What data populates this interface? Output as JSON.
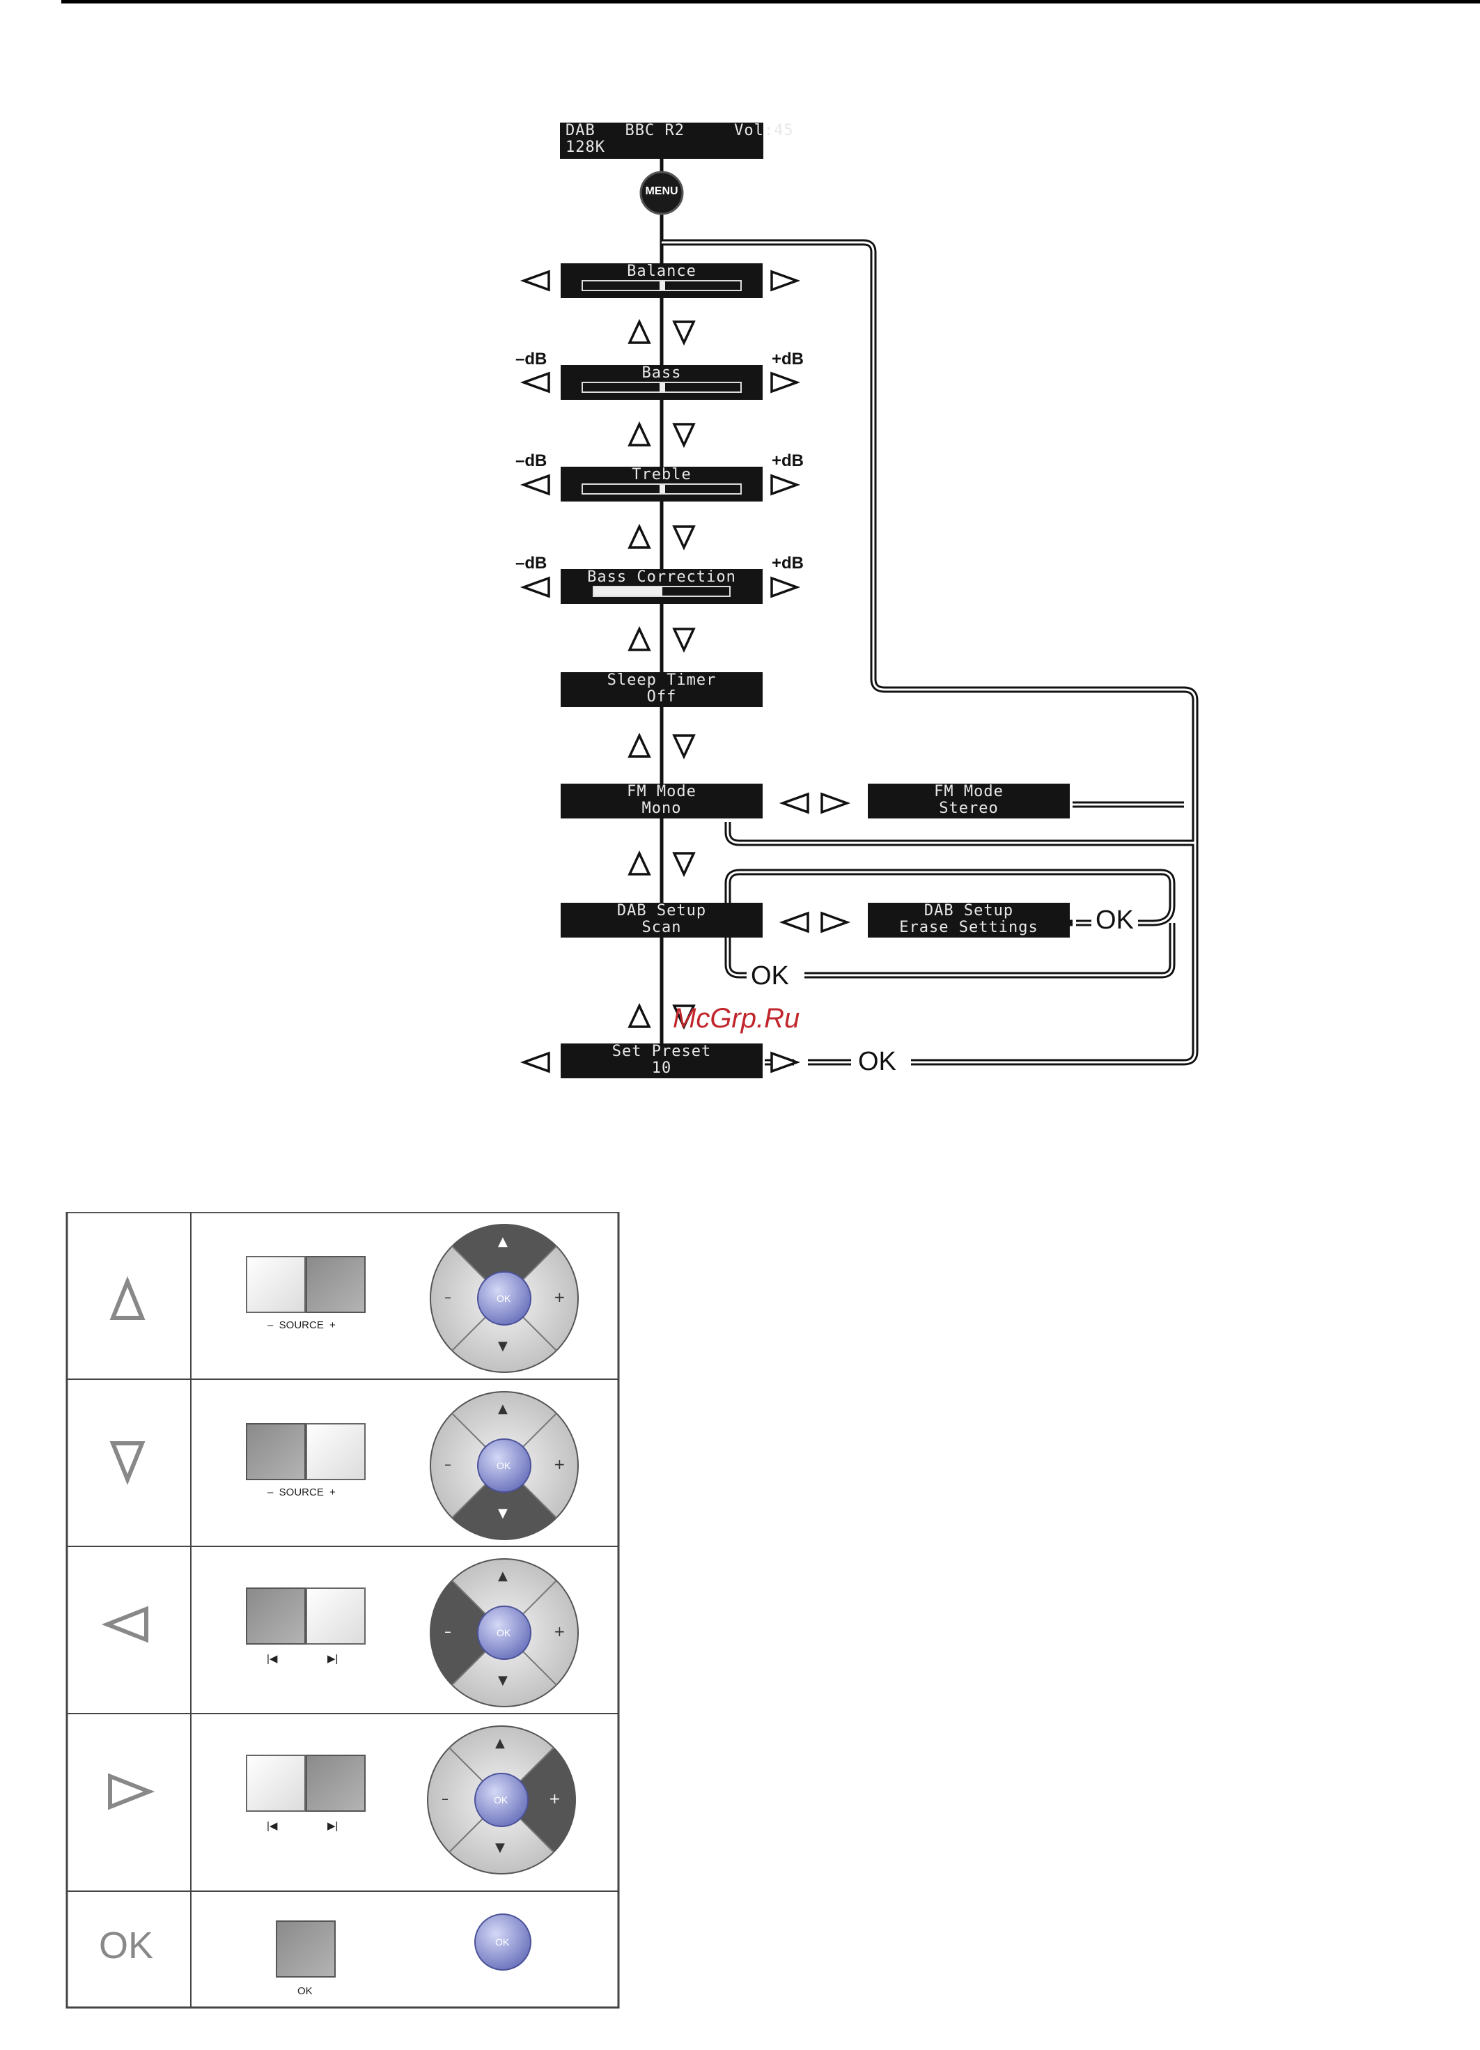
{
  "display_top": {
    "line1": "DAB   BBC R2     Vol:45",
    "line2": "128K"
  },
  "menu_button": "MENU",
  "screens": {
    "balance": {
      "line1": "Balance"
    },
    "bass": {
      "line1": "Bass"
    },
    "treble": {
      "line1": "Treble"
    },
    "bass_correction": {
      "line1": "Bass Correction"
    },
    "sleep_timer": {
      "line1": "Sleep Timer",
      "line2": "Off"
    },
    "fm_mode": {
      "line1": "FM Mode",
      "line2": "Mono"
    },
    "fm_mode_alt": {
      "line1": "FM Mode",
      "line2": "Stereo"
    },
    "dab_setup": {
      "line1": "DAB Setup",
      "line2": "Scan"
    },
    "dab_setup_alt": {
      "line1": "DAB Setup",
      "line2": "Erase Settings"
    },
    "set_preset": {
      "line1": "Set Preset",
      "line2": "10"
    }
  },
  "labels": {
    "minus_db": "–dB",
    "plus_db": "+dB",
    "ok": "OK"
  },
  "watermark": "McGrp.Ru",
  "table": {
    "rows": [
      {
        "symbol": "up-triangle",
        "keycap": "–  SOURCE  +"
      },
      {
        "symbol": "down-triangle",
        "keycap": "–  SOURCE  +"
      },
      {
        "symbol": "left-triangle",
        "keycap_left": "|◀",
        "keycap_right": "▶|"
      },
      {
        "symbol": "right-triangle",
        "keycap_left": "|◀",
        "keycap_right": "▶|"
      },
      {
        "symbol": "OK",
        "keycap": "OK"
      }
    ],
    "pad": {
      "center": "OK",
      "up": "▲",
      "down": "▼",
      "minus": "–",
      "plus": "+"
    }
  },
  "colors": {
    "lcd": "#141414",
    "watermark": "#c0262c",
    "ok_button": "#8088c8"
  }
}
